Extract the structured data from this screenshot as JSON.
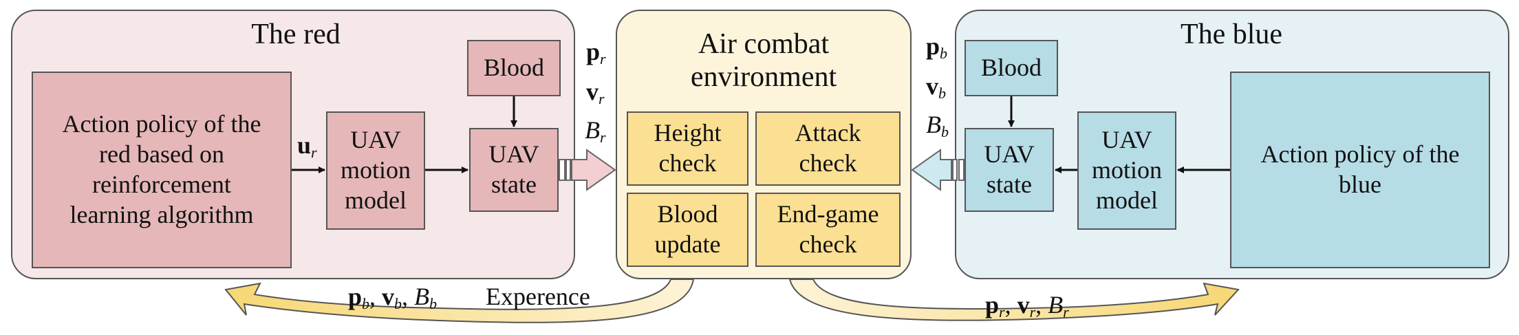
{
  "colors": {
    "red_panel": "#f6e7e8",
    "red_box": "#e5b7b8",
    "env_panel": "#fdf4dc",
    "env_box": "#fbdf92",
    "blue_panel": "#e6f1f5",
    "blue_box": "#b6dce6",
    "outline": "#555555"
  },
  "red": {
    "title": "The red",
    "policy": "Action policy of the\nred based on\nreinforcement\nlearning algorithm",
    "motion_model": "UAV\nmotion\nmodel",
    "state": "UAV\nstate",
    "blood": "Blood",
    "u_sym": "u",
    "u_sub": "r"
  },
  "env": {
    "title": "Air combat\nenvironment",
    "height_check": "Height\ncheck",
    "attack_check": "Attack\ncheck",
    "blood_update": "Blood\nupdate",
    "endgame_check": "End-game\ncheck"
  },
  "blue": {
    "title": "The blue",
    "policy": "Action policy of the\nblue",
    "motion_model": "UAV\nmotion\nmodel",
    "state": "UAV\nstate",
    "blood": "Blood"
  },
  "labels": {
    "red_out": {
      "p": "p",
      "v": "v",
      "B": "B",
      "sub": "r"
    },
    "blue_out": {
      "p": "p",
      "v": "v",
      "B": "B",
      "sub": "b"
    },
    "red_feedback": {
      "p": "p",
      "v": "v",
      "B": "B",
      "sub": "b",
      "sep": ","
    },
    "blue_feedback": {
      "p": "p",
      "v": "v",
      "B": "B",
      "sub": "r",
      "sep": ","
    },
    "experience": "Experence"
  }
}
